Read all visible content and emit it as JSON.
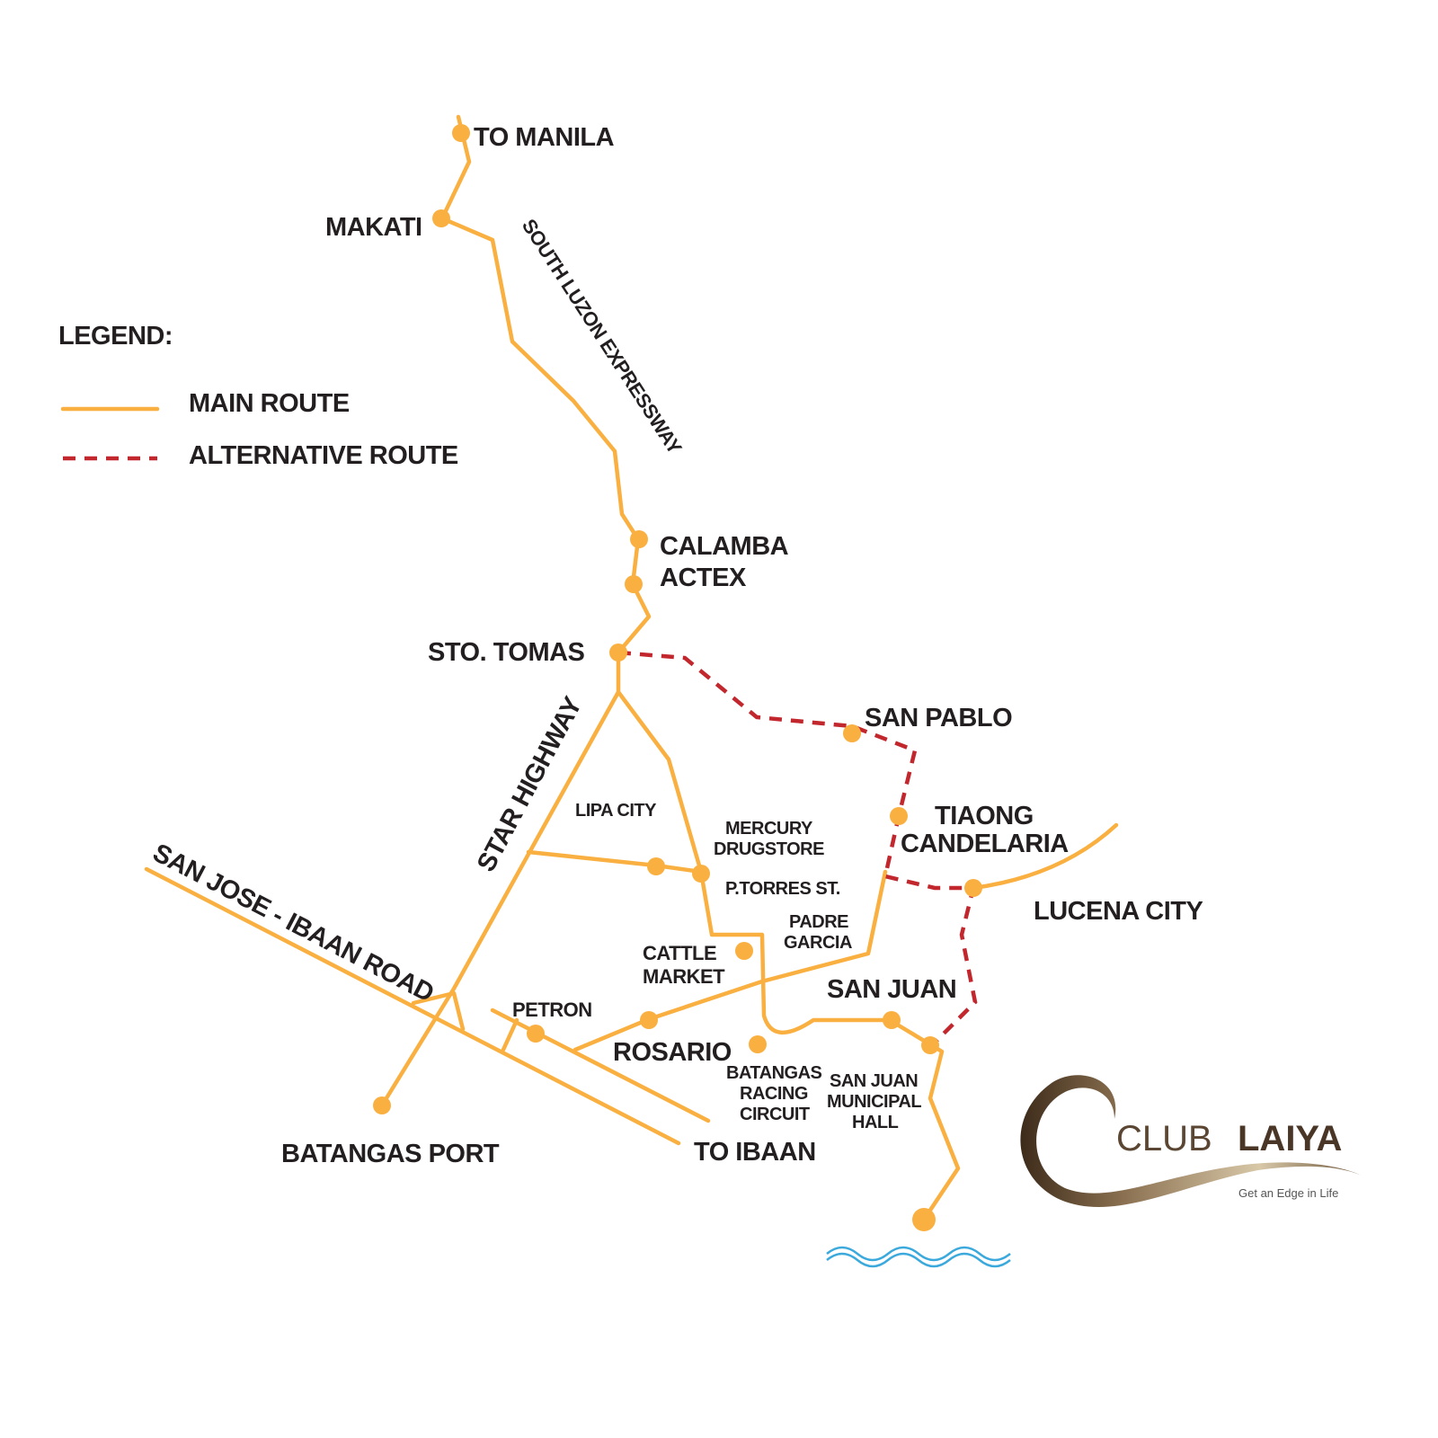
{
  "colors": {
    "main_route": "#F9B040",
    "alternative_route": "#C1272D",
    "text": "#231F20",
    "water": "#3BA9DC",
    "logo": "#5A4632"
  },
  "legend": {
    "title": "LEGEND:",
    "items": [
      {
        "label": "MAIN ROUTE",
        "style": "solid"
      },
      {
        "label": "ALTERNATIVE ROUTE",
        "style": "dashed"
      }
    ]
  },
  "places": {
    "to_manila": "TO MANILA",
    "makati": "MAKATI",
    "calamba": "CALAMBA",
    "actex": "ACTEX",
    "sto_tomas": "STO. TOMAS",
    "san_pablo": "SAN PABLO",
    "tiaong": "TIAONG",
    "candelaria": "CANDELARIA",
    "lucena": "LUCENA CITY",
    "lipa": "LIPA CITY",
    "mercury1": "MERCURY",
    "mercury2": "DRUGSTORE",
    "ptorres": "P.TORRES ST.",
    "padre1": "PADRE",
    "padre2": "GARCIA",
    "cattle1": "CATTLE",
    "cattle2": "MARKET",
    "petron": "PETRON",
    "rosario": "ROSARIO",
    "san_juan": "SAN JUAN",
    "racing1": "BATANGAS",
    "racing2": "RACING",
    "racing3": "CIRCUIT",
    "hall1": "SAN JUAN",
    "hall2": "MUNICIPAL",
    "hall3": "HALL",
    "batangas_port": "BATANGAS PORT",
    "to_ibaan": "TO IBAAN"
  },
  "roads": {
    "slex": "SOUTH LUZON EXPRESSWAY",
    "star": "STAR HIGHWAY",
    "san_jose": "SAN JOSE - IBAAN ROAD"
  },
  "logo": {
    "club": "CLUB",
    "laiya": "LAIYA",
    "tagline": "Get an Edge in Life"
  }
}
